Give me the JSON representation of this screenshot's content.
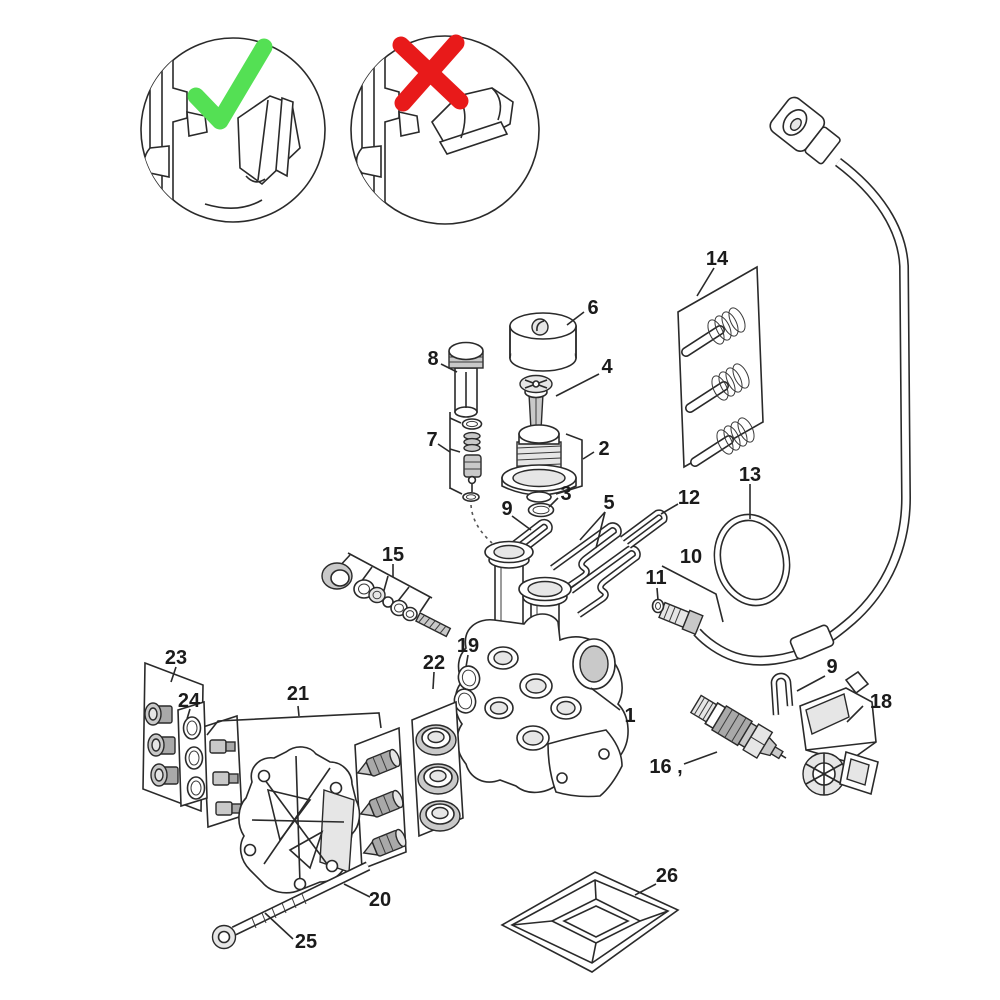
{
  "diagram": {
    "type": "exploded-parts-diagram",
    "background_color": "#ffffff",
    "line_color": "#2a2a2a",
    "legend": {
      "correct_icon": "checkmark-icon",
      "correct_color": "#54E054",
      "incorrect_icon": "cross-icon",
      "incorrect_color": "#E81A1A"
    },
    "callouts": {
      "c1": {
        "label": "1"
      },
      "c2": {
        "label": "2"
      },
      "c3": {
        "label": "3"
      },
      "c4": {
        "label": "4"
      },
      "c5": {
        "label": "5"
      },
      "c6": {
        "label": "6"
      },
      "c7": {
        "label": "7"
      },
      "c8": {
        "label": "8"
      },
      "c9a": {
        "label": "9"
      },
      "c9b": {
        "label": "9"
      },
      "c10": {
        "label": "10"
      },
      "c11": {
        "label": "11"
      },
      "c12": {
        "label": "12"
      },
      "c13": {
        "label": "13"
      },
      "c14": {
        "label": "14"
      },
      "c15": {
        "label": "15"
      },
      "c16": {
        "label": "16 ,"
      },
      "c18": {
        "label": "18"
      },
      "c19": {
        "label": "19"
      },
      "c20": {
        "label": "20"
      },
      "c21": {
        "label": "21"
      },
      "c22": {
        "label": "22"
      },
      "c23": {
        "label": "23"
      },
      "c24": {
        "label": "24"
      },
      "c25": {
        "label": "25"
      },
      "c26": {
        "label": "26"
      }
    }
  }
}
